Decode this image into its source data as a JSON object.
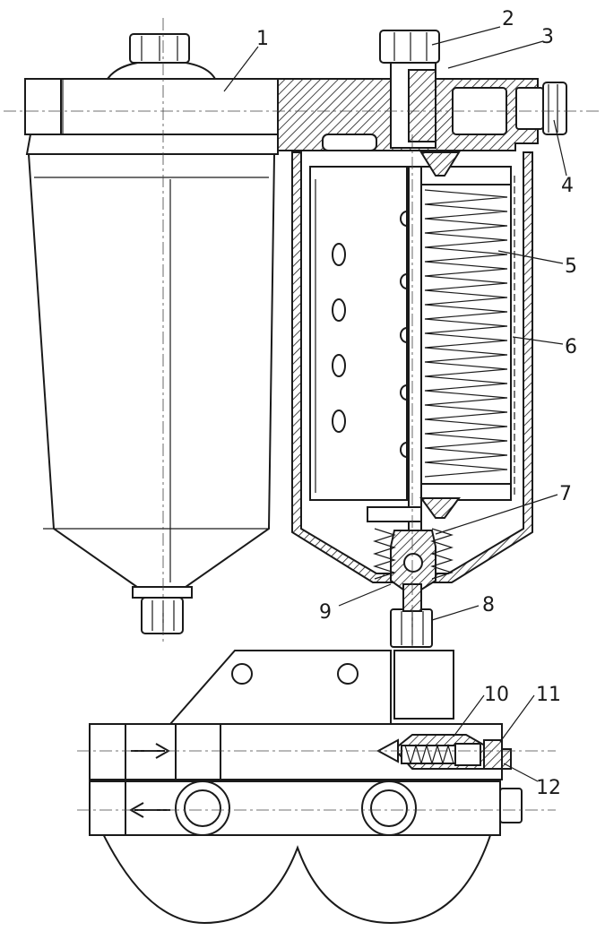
{
  "diagram": {
    "callouts": {
      "c1": "1",
      "c2": "2",
      "c3": "3",
      "c4": "4",
      "c5": "5",
      "c6": "6",
      "c7": "7",
      "c8": "8",
      "c9": "9",
      "c10": "10",
      "c11": "11",
      "c12": "12"
    },
    "colors": {
      "ink": "#1a1a1a",
      "paper": "#ffffff"
    }
  }
}
